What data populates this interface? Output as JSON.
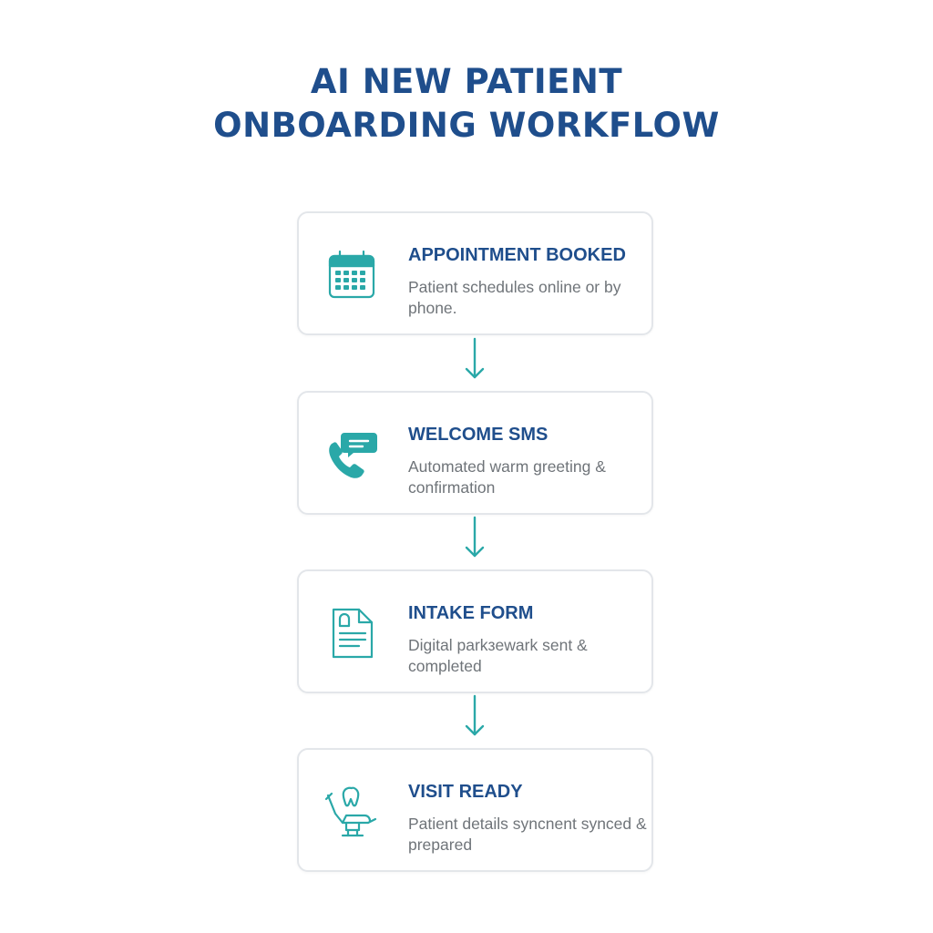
{
  "title": {
    "line1": "AI NEW PATIENT",
    "line2": "ONBOARDING WORKFLOW"
  },
  "colors": {
    "title": "#1f4e8c",
    "accent": "#2aa8a8",
    "text": "#6f7479",
    "border": "#e3e6ea"
  },
  "steps": [
    {
      "icon": "calendar-icon",
      "title": "APPOINTMENT BOOKED",
      "description": "Patient schedules online or by phone."
    },
    {
      "icon": "phone-chat-icon",
      "title": "WELCOME SMS",
      "description": "Automated warm greeting & confirmation"
    },
    {
      "icon": "document-form-icon",
      "title": "INTAKE FORM",
      "description": "Digital parkзewark sent & completed"
    },
    {
      "icon": "dental-chair-icon",
      "title": "VISIT READY",
      "description": "Patient details syncnent synced & prepared"
    }
  ]
}
